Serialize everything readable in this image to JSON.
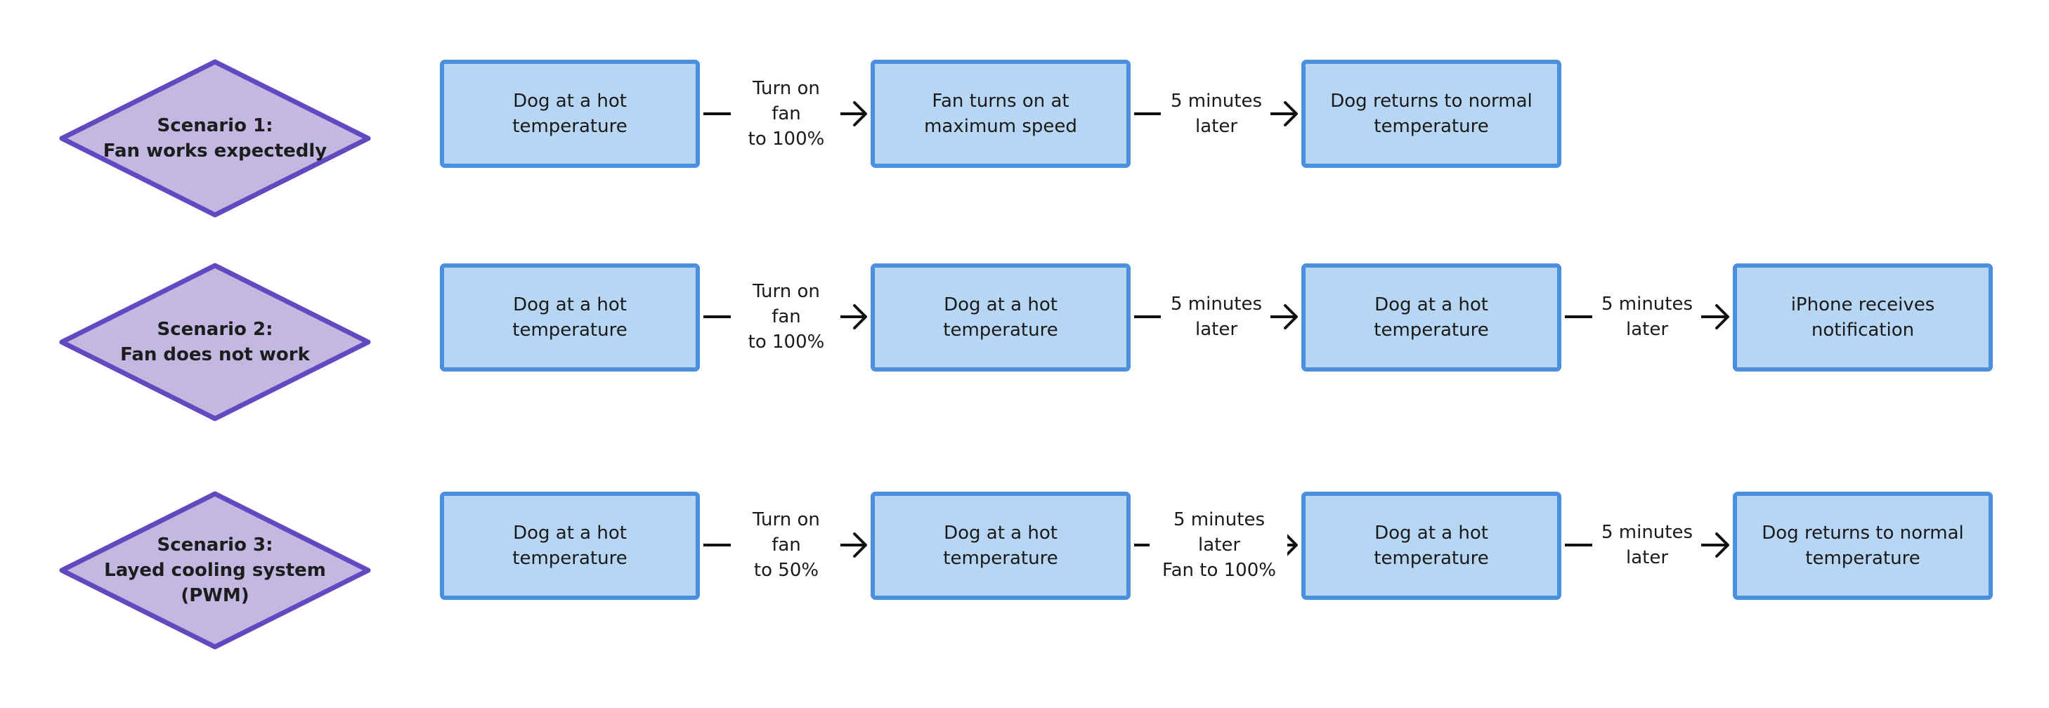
{
  "rows": [
    {
      "scenario": "Scenario 1:\nFan works expectedly",
      "boxes": [
        "Dog at a hot\ntemperature",
        "Fan turns on at\nmaximum speed",
        "Dog returns to normal\ntemperature"
      ],
      "edges": [
        "Turn on fan\nto 100%",
        "5 minutes\nlater"
      ]
    },
    {
      "scenario": "Scenario 2:\nFan does not work",
      "boxes": [
        "Dog at a hot\ntemperature",
        "Dog at a hot\ntemperature",
        "Dog at a hot\ntemperature",
        "iPhone receives\nnotification"
      ],
      "edges": [
        "Turn on fan\nto 100%",
        "5 minutes\nlater",
        "5 minutes\nlater"
      ]
    },
    {
      "scenario": "Scenario 3:\nLayed cooling system\n(PWM)",
      "boxes": [
        "Dog at a hot\ntemperature",
        "Dog at a hot\ntemperature",
        "Dog at a hot\ntemperature",
        "Dog returns to normal\ntemperature"
      ],
      "edges": [
        "Turn on fan\nto 50%",
        "5 minutes\nlater\nFan to 100%",
        "5 minutes\nlater"
      ]
    }
  ],
  "colors": {
    "diamond_fill": "#c2b8e2",
    "diamond_stroke": "#6249c0",
    "box_fill": "#b6d6f3",
    "box_stroke": "#4a8fe0",
    "connector": "#111111"
  }
}
